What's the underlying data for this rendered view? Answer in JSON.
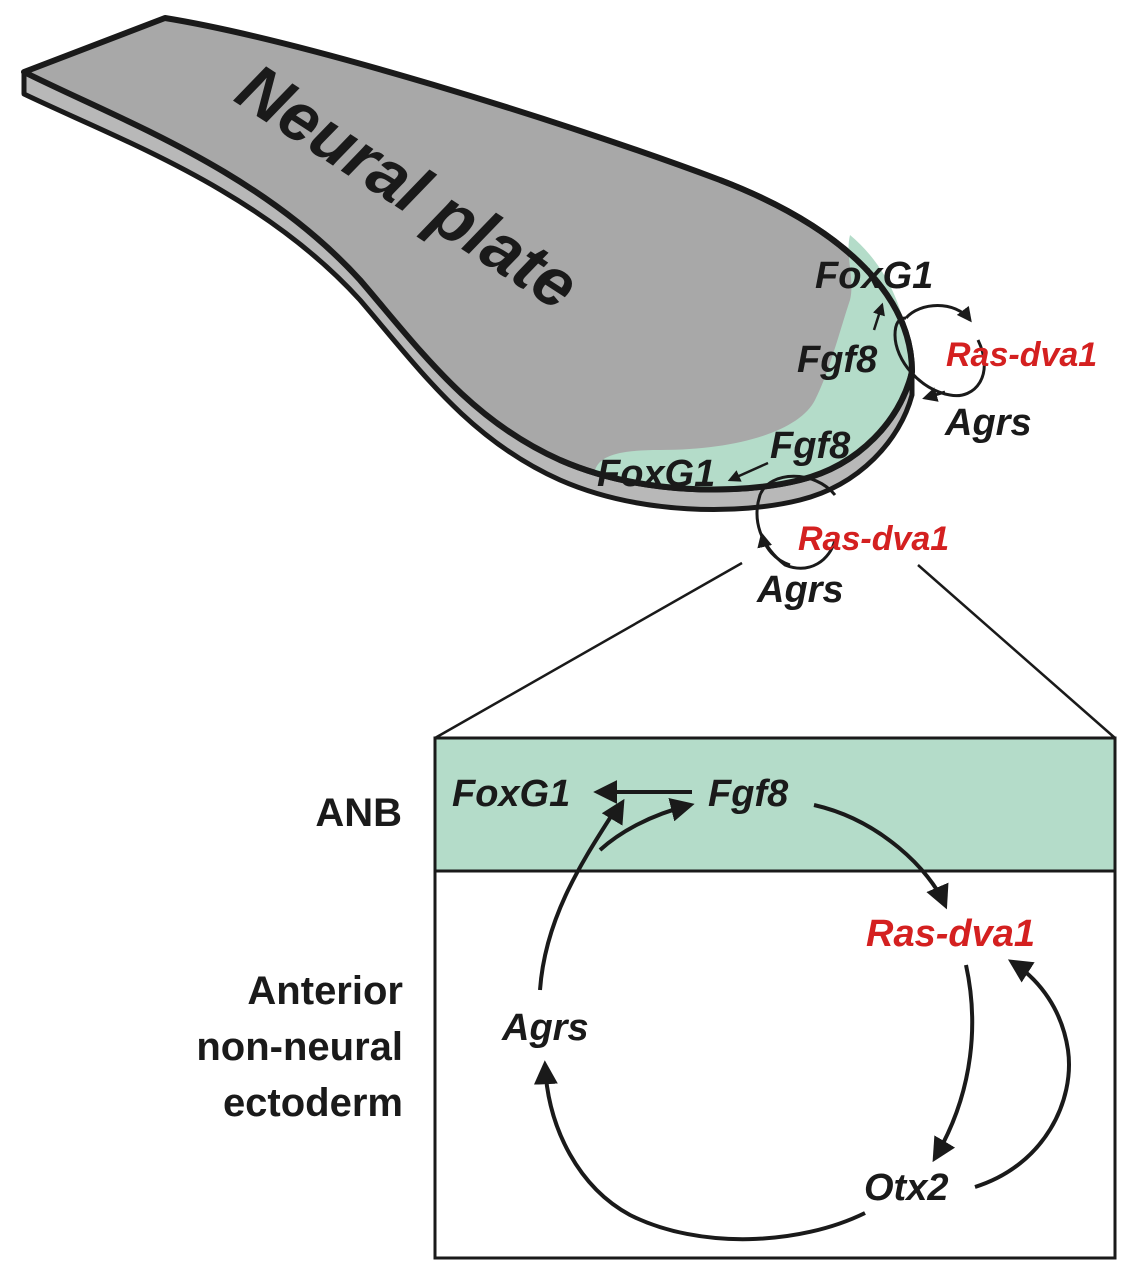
{
  "colors": {
    "plate_fill": "#a8a8a8",
    "anb_fill": "#b4dcc9",
    "outline": "#1a1a1a",
    "highlight_gene": "#d42020"
  },
  "plate": {
    "title": "Neural plate",
    "upper_loop": {
      "foxg1": "FoxG1",
      "fgf8": "Fgf8",
      "ras": "Ras-dva1",
      "agrs": "Agrs"
    },
    "lower_loop": {
      "foxg1": "FoxG1",
      "fgf8": "Fgf8",
      "ras": "Ras-dva1",
      "agrs": "Agrs"
    }
  },
  "inset": {
    "labels": {
      "anb": "ANB",
      "ecto_line1": "Anterior",
      "ecto_line2": "non-neural",
      "ecto_line3": "ectoderm"
    },
    "genes": {
      "foxg1": "FoxG1",
      "fgf8": "Fgf8",
      "ras": "Ras-dva1",
      "agrs": "Agrs",
      "otx2": "Otx2"
    },
    "edges": [
      {
        "from": "Fgf8",
        "to": "FoxG1"
      },
      {
        "from": "Fgf8",
        "to": "Ras-dva1"
      },
      {
        "from": "Ras-dva1",
        "to": "Otx2"
      },
      {
        "from": "Otx2",
        "to": "Ras-dva1"
      },
      {
        "from": "Otx2",
        "to": "Agrs"
      },
      {
        "from": "Agrs",
        "to": "FoxG1"
      },
      {
        "from": "Agrs",
        "to": "Fgf8"
      }
    ]
  }
}
